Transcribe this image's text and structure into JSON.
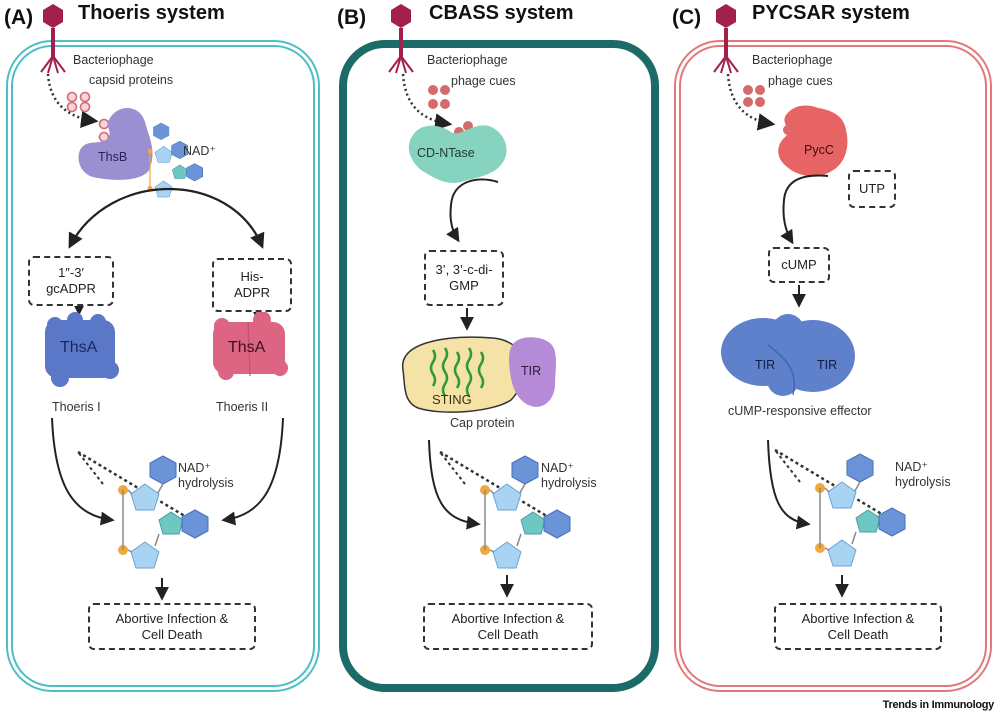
{
  "figure": {
    "footer": "Trends in Immunology",
    "colors": {
      "thoeris_border": "#4dbfc4",
      "cbass_border": "#1d6b68",
      "pycsar_border": "#e2787a",
      "phage": "#a3204d",
      "ths_b": "#9a8fd0",
      "ths_a_blue": "#5b78c8",
      "ths_a_pink": "#dd6482",
      "cd_ntase": "#86d3bf",
      "pycc": "#e76464",
      "sting_body": "#f4e2a7",
      "tir_purple": "#b58ad7",
      "tir_blue": "#5f81cc"
    }
  },
  "panels": [
    {
      "id": "A",
      "label": "(A)",
      "title": "Thoeris system",
      "phage_label": "Bacteriophage",
      "cue_label": "capsid proteins",
      "sensor": "ThsB",
      "substrate": "NAD⁺",
      "signal_left": [
        "1″-3′",
        "gcADPR"
      ],
      "signal_right": [
        "His-",
        "ADPR"
      ],
      "effector_left": "ThsA",
      "effector_left_caption": "Thoeris I",
      "effector_right": "ThsA",
      "effector_right_caption": "Thoeris II",
      "hydrolysis": [
        "NAD⁺",
        "hydrolysis"
      ],
      "outcome": [
        "Abortive Infection &",
        "Cell Death"
      ]
    },
    {
      "id": "B",
      "label": "(B)",
      "title": "CBASS system",
      "phage_label": "Bacteriophage",
      "cue_label": "phage cues",
      "sensor": "CD-NTase",
      "signal": [
        "3’, 3’-c-di-",
        "GMP"
      ],
      "effector_main": "STING",
      "effector_partner": "TIR",
      "effector_caption": "Cap protein",
      "hydrolysis": [
        "NAD⁺",
        "hydrolysis"
      ],
      "outcome": [
        "Abortive Infection &",
        "Cell Death"
      ]
    },
    {
      "id": "C",
      "label": "(C)",
      "title": "PYCSAR system",
      "phage_label": "Bacteriophage",
      "cue_label": "phage cues",
      "sensor": "PycC",
      "substrate": "UTP",
      "signal": "cUMP",
      "effector_left": "TIR",
      "effector_right": "TIR",
      "effector_caption": "cUMP-responsive effector",
      "hydrolysis": [
        "NAD⁺",
        "hydrolysis"
      ],
      "outcome": [
        "Abortive Infection &",
        "Cell Death"
      ]
    }
  ]
}
